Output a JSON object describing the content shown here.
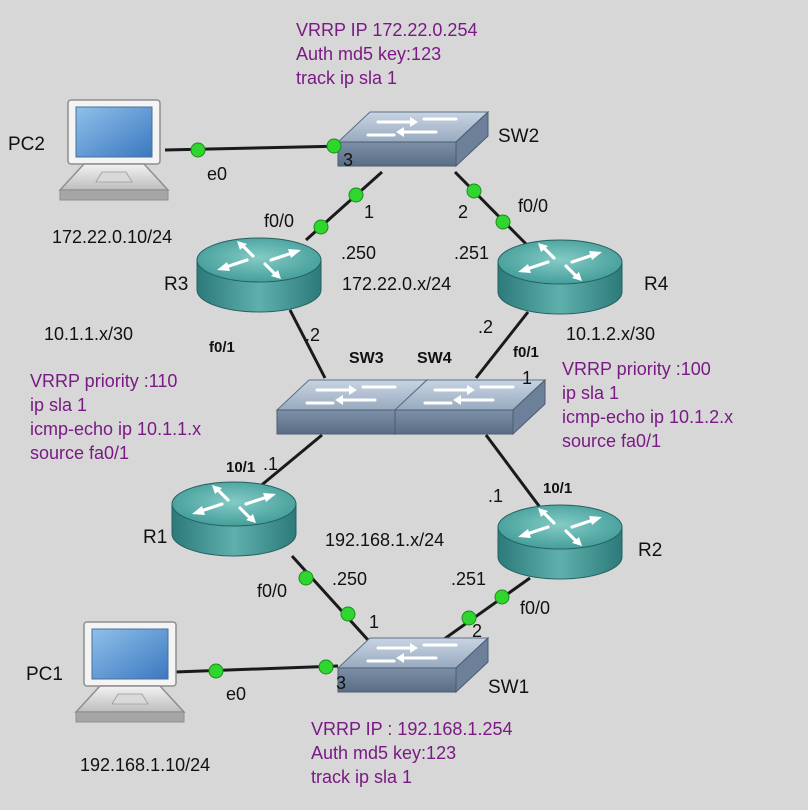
{
  "colors": {
    "background": "#d7d7d7",
    "config_text": "#7a1a84",
    "label_text": "#111111",
    "link": "#1a1a1a",
    "port_dot": "#2ed62e"
  },
  "config": {
    "sw2_vrrp": [
      "VRRP IP 172.22.0.254",
      "Auth md5 key:123",
      "track ip sla 1"
    ],
    "r3_vrrp": [
      "VRRP priority :110",
      "ip sla 1",
      "icmp-echo ip 10.1.1.x",
      "source fa0/1"
    ],
    "r4_vrrp": [
      "VRRP priority :100",
      "ip sla 1",
      "icmp-echo ip 10.1.2.x",
      "source fa0/1"
    ],
    "sw1_vrrp": [
      "VRRP IP : 192.168.1.254",
      "Auth md5  key:123",
      "track ip sla 1"
    ]
  },
  "devices": {
    "pc2": {
      "name": "PC2",
      "icon": "laptop-icon",
      "ip": "172.22.0.10/24"
    },
    "pc1": {
      "name": "PC1",
      "icon": "laptop-icon",
      "ip": "192.168.1.10/24"
    },
    "sw2": {
      "name": "SW2",
      "icon": "switch-icon"
    },
    "sw1": {
      "name": "SW1",
      "icon": "switch-icon"
    },
    "sw3": {
      "name": "SW3",
      "icon": "switch-icon"
    },
    "sw4": {
      "name": "SW4",
      "icon": "switch-icon"
    },
    "r3": {
      "name": "R3",
      "icon": "router-icon"
    },
    "r4": {
      "name": "R4",
      "icon": "router-icon"
    },
    "r1": {
      "name": "R1",
      "icon": "router-icon"
    },
    "r2": {
      "name": "R2",
      "icon": "router-icon"
    }
  },
  "subnets": {
    "top": "172.22.0.x/24",
    "bottom": "192.168.1.x/24",
    "r3_link": "10.1.1.x/30",
    "r4_link": "10.1.2.x/30"
  },
  "ports": {
    "pc2_e0": "e0",
    "sw2_p3": "3",
    "sw2_p1": "1",
    "sw2_p2": "2",
    "r3_f00": "f0/0",
    "r4_f00": "f0/0",
    "r3_ip250": ".250",
    "r4_ip251": ".251",
    "r3_f01": "f0/1",
    "r3_ip2": ".2",
    "r4_ip2": ".2",
    "r4_f01": "f0/1",
    "sw4_p1": "1",
    "r1_10_1": "10/1",
    "r1_ip1": ".1",
    "r2_ip1": ".1",
    "r2_10_1": "10/1",
    "r1_f00": "f0/0",
    "r1_ip250": ".250",
    "r2_ip251": ".251",
    "r2_f00": "f0/0",
    "sw1_p1": "1",
    "sw1_p2": "2",
    "sw1_p3": "3",
    "pc1_e0": "e0"
  }
}
